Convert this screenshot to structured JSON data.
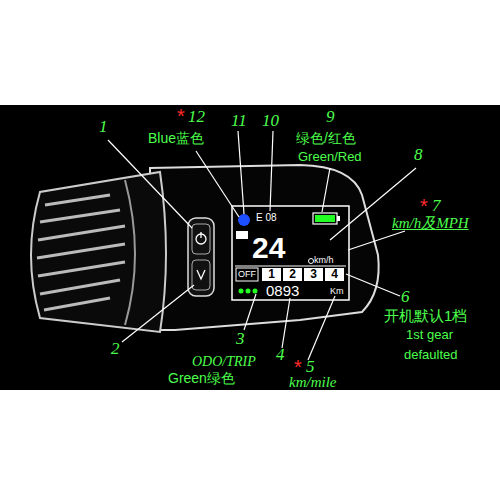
{
  "diagram": {
    "labels": [
      "1",
      "2",
      "3",
      "4",
      "*",
      "5",
      "km/mile",
      "6",
      "开机默认1档",
      "1st gear",
      "defaulted",
      "*",
      "7",
      "km/h及MPH",
      "8",
      "9",
      "绿色/红色",
      "Green/Red",
      "10",
      "11",
      "*",
      "12",
      "Blue蓝色",
      "ODO/TRIP",
      "Green绿色",
      "E 08",
      "24",
      "km/h",
      "OFF",
      "1",
      "2",
      "3",
      "4",
      "0893",
      "Km"
    ]
  }
}
